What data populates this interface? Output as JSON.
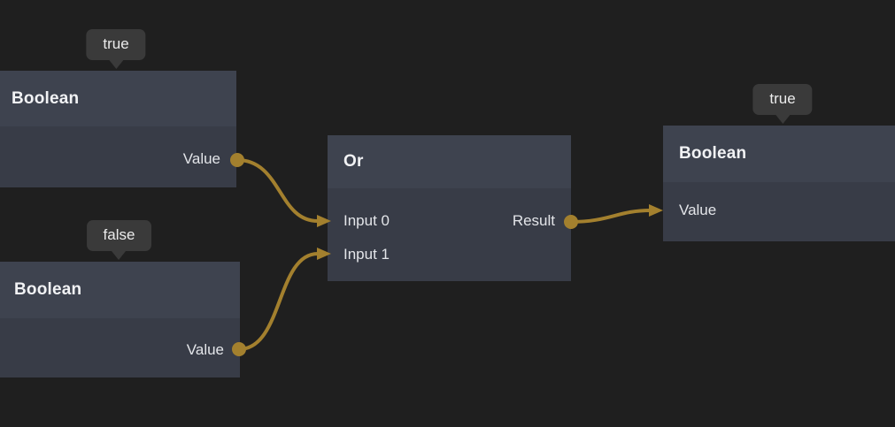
{
  "colors": {
    "canvas-bg": "#1f1f1f",
    "node-header": "#3e434f",
    "node-body": "#383c47",
    "tooltip-bg": "#3a3a3a",
    "wire": "#a3802e",
    "title-text": "#f1f2f4",
    "label-text": "#e3e5e9",
    "tooltip-text": "#ebebeb"
  },
  "nodes": {
    "bool1": {
      "title": "Boolean",
      "tooltip": "true",
      "output": "Value"
    },
    "bool2": {
      "title": "Boolean",
      "tooltip": "false",
      "output": "Value"
    },
    "or": {
      "title": "Or",
      "input0": "Input 0",
      "input1": "Input 1",
      "output": "Result"
    },
    "bool3": {
      "title": "Boolean",
      "tooltip": "true",
      "input": "Value"
    }
  },
  "edges": [
    {
      "from": "bool1.Value",
      "to": "or.Input 0"
    },
    {
      "from": "bool2.Value",
      "to": "or.Input 1"
    },
    {
      "from": "or.Result",
      "to": "bool3.Value"
    }
  ]
}
